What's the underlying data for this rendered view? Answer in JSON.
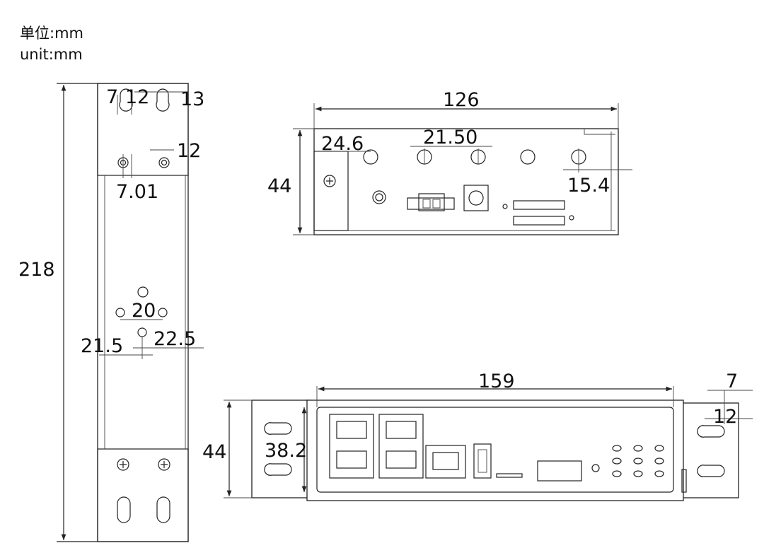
{
  "units": {
    "cn": "单位:mm",
    "en": "unit:mm"
  },
  "side_view": {
    "height": "218",
    "hole_offset": "7",
    "slot_gap": "12",
    "slot_width": "13",
    "hole_gap": "12",
    "hole_offset_small": "7.01",
    "center_gap": "20",
    "left_offset": "21.5",
    "right_offset": "22.5"
  },
  "rear_view": {
    "width": "126",
    "height": "44",
    "left_offset": "24.6",
    "hole_pitch": "21.50",
    "right_offset": "15.4"
  },
  "front_view": {
    "width": "159",
    "height": "44",
    "inner_height": "38.2",
    "ear_offset": "7",
    "ear_slot": "12"
  }
}
